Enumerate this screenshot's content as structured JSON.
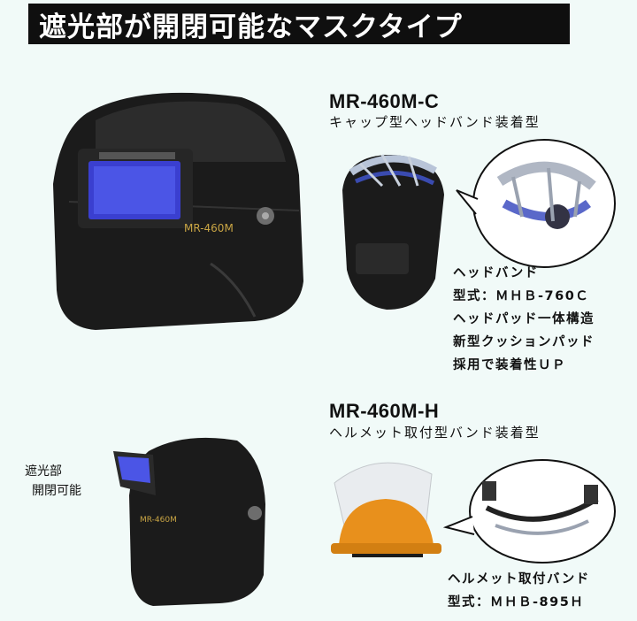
{
  "title": "遮光部が開閉可能なマスクタイプ",
  "products": [
    {
      "model": "MR-460M-C",
      "type": "キャップ型ヘッドバンド装着型",
      "spec_lines": [
        "ヘッドバンド",
        "型式：ＭＨＢ-760Ｃ",
        "ヘッドパッド一体構造",
        "新型クッションパッド",
        "採用で装着性ＵＰ"
      ]
    },
    {
      "model": "MR-460M-H",
      "type": "ヘルメット取付型バンド装着型",
      "spec_lines": [
        "ヘルメット取付バンド",
        "型式：ＭＨＢ-895Ｈ"
      ]
    }
  ],
  "side_label_lines": [
    "遮光部",
    "開閉可能"
  ],
  "colors": {
    "background": "#f1faf8",
    "title_bar": "#0f0f0f",
    "helmet": "#1b1b1b",
    "lens": "#3a3fd0",
    "hardhat": "#e8901c"
  }
}
